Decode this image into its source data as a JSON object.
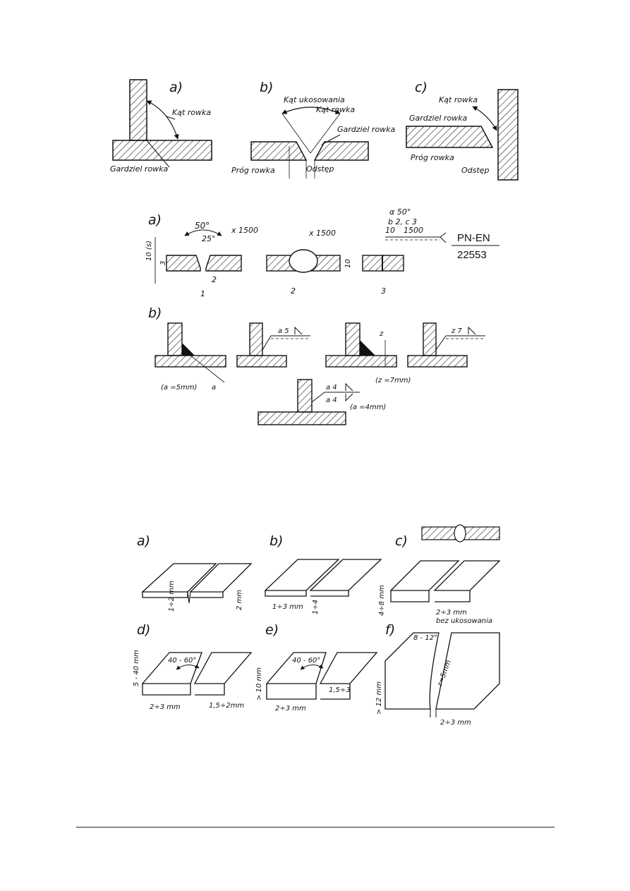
{
  "figure_groove": {
    "a": {
      "label": "a)",
      "kat_rowka": "Kąt rowka",
      "gardziel": "Gardziel rowka"
    },
    "b": {
      "label": "b)",
      "kat_ukosowania": "Kąt ukosowania",
      "kat_rowka": "Kąt rowka",
      "gardziel": "Gardziel rowka",
      "prog": "Próg rowka",
      "odstep": "Odstęp"
    },
    "c": {
      "label": "c)",
      "kat_rowka": "Kąt rowka",
      "gardziel": "Gardziel rowka",
      "prog": "Próg rowka",
      "odstep": "Odstęp"
    }
  },
  "figure_symbols": {
    "a": {
      "label": "a)",
      "d1": {
        "angle": "50°",
        "half_angle": "25°",
        "length": "x 1500",
        "thickness": "10 (s)",
        "root_face": "3",
        "gap": "2",
        "caption": "1"
      },
      "d2": {
        "length": "x 1500",
        "thickness": "10",
        "caption": "2"
      },
      "d3": {
        "alpha": "α  50°",
        "b_c": "b 2,  c 3",
        "line3": "10",
        "line3b": "1500",
        "standard_top": "PN-EN",
        "standard_bottom": "22553",
        "caption": "3"
      }
    },
    "b": {
      "label": "b)",
      "a5": "a 5",
      "a_note": "(a =5mm)",
      "a_dim": "a",
      "z": "z",
      "z7": "z 7",
      "z_note": "(z =7mm)",
      "a4_top": "a 4",
      "a4_bottom": "a 4",
      "a4_note": "(a =4mm)"
    }
  },
  "figure_preparation": {
    "a": {
      "label": "a)",
      "dim1": "1÷2 mm",
      "dim2": "2 mm"
    },
    "b": {
      "label": "b)",
      "dim1": "1÷3 mm",
      "dim2": "1÷4"
    },
    "c": {
      "label": "c)",
      "dim1": "4÷8 mm",
      "dim2": "2÷3 mm",
      "note": "bez ukosowania"
    },
    "d": {
      "label": "d)",
      "thickness": "5 - 40 mm",
      "angle": "40 - 60°",
      "gap": "2÷3 mm",
      "root": "1,5÷2mm"
    },
    "e": {
      "label": "e)",
      "thickness": "> 10 mm",
      "angle": "40 - 60°",
      "gap": "2÷3 mm",
      "root": "1,5÷3"
    },
    "f": {
      "label": "f)",
      "angle": "8 - 12°",
      "radius": "r=5mm",
      "thickness": "> 12 mm",
      "gap": "2÷3 mm"
    }
  }
}
